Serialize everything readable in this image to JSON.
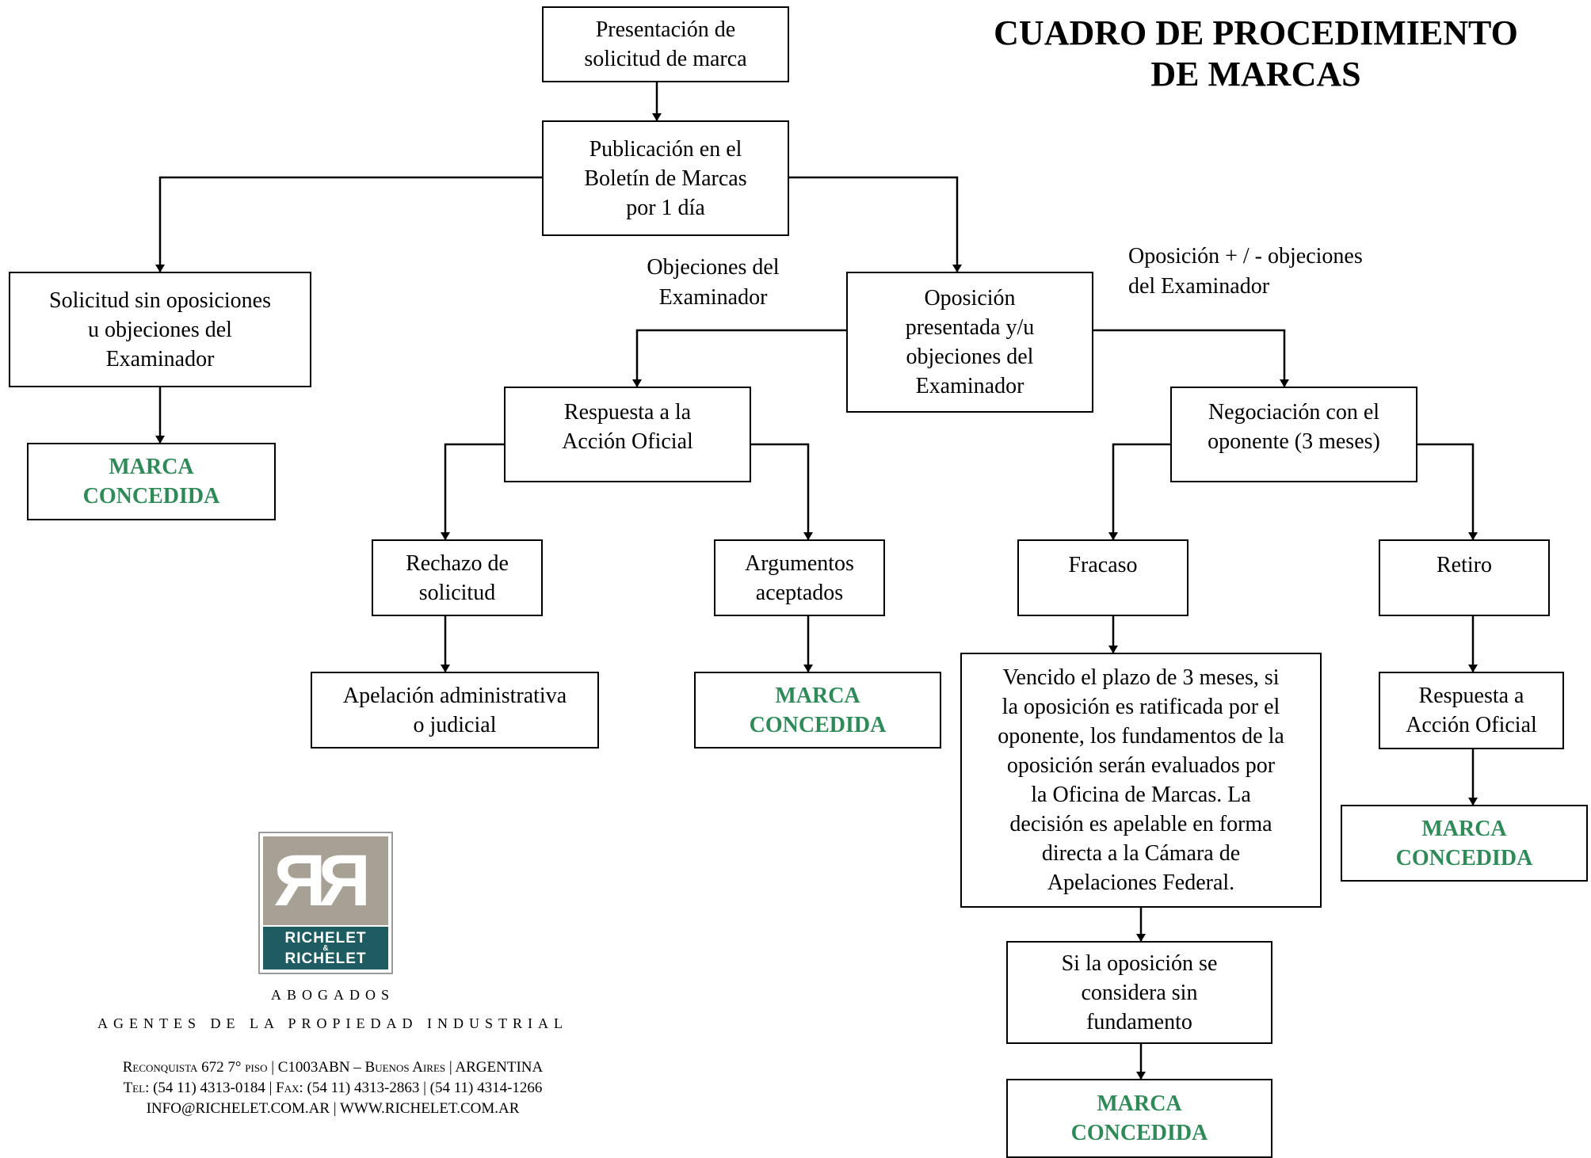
{
  "title": "CUADRO DE PROCEDIMIENTO\nDE MARCAS",
  "nodes": {
    "presentacion": "Presentación de\nsolicitud de marca",
    "publicacion": "Publicación en el\nBoletín de Marcas\npor 1 día",
    "sin_oposiciones": "Solicitud sin oposiciones\nu objeciones del\nExaminador",
    "concedida_1": "MARCA\nCONCEDIDA",
    "oposicion": "Oposición\npresentada y/u\nobjeciones del\nExaminador",
    "respuesta_accion": "Respuesta a la\nAcción Oficial",
    "negociacion": "Negociación con el\noponente (3 meses)",
    "rechazo": "Rechazo de\nsolicitud",
    "argumentos": "Argumentos\naceptados",
    "fracaso": "Fracaso",
    "retiro": "Retiro",
    "apelacion": "Apelación administrativa\no judicial",
    "concedida_2": "MARCA\nCONCEDIDA",
    "vencido": "Vencido el plazo de 3 meses, si\nla oposición es ratificada por el\noponente, los fundamentos de la\noposición serán evaluados por\nla Oficina de Marcas. La\ndecisión es apelable en forma\ndirecta a la Cámara de\nApelaciones Federal.",
    "respuesta_a_accion": "Respuesta a\nAcción Oficial",
    "concedida_3": "MARCA\nCONCEDIDA",
    "sin_fundamento": "Si la oposición se\nconsidera sin\nfundamento",
    "concedida_4": "MARCA\nCONCEDIDA"
  },
  "edge_labels": {
    "objeciones": "Objeciones del\nExaminador",
    "oposicion_objeciones": "Oposición + / - objeciones\ndel Examinador"
  },
  "firm": {
    "logo_letters": "RR",
    "logo_name_1": "RICHELET",
    "logo_amp": "&",
    "logo_name_2": "RICHELET",
    "abogados": "ABOGADOS",
    "agentes": "AGENTES DE LA PROPIEDAD INDUSTRIAL",
    "address": "Reconquista 672 7° piso | C1003ABN – Buenos Aires | ARGENTINA",
    "phones": "Tel: (54 11) 4313-0184 | Fax: (54 11) 4313-2863 | (54 11) 4314-1266",
    "web": "INFO@RICHELET.COM.AR | WWW.RICHELET.COM.AR"
  },
  "colors": {
    "granted": "#2e8b57",
    "logo_gray": "#a7a095",
    "logo_teal": "#1f5c62"
  }
}
